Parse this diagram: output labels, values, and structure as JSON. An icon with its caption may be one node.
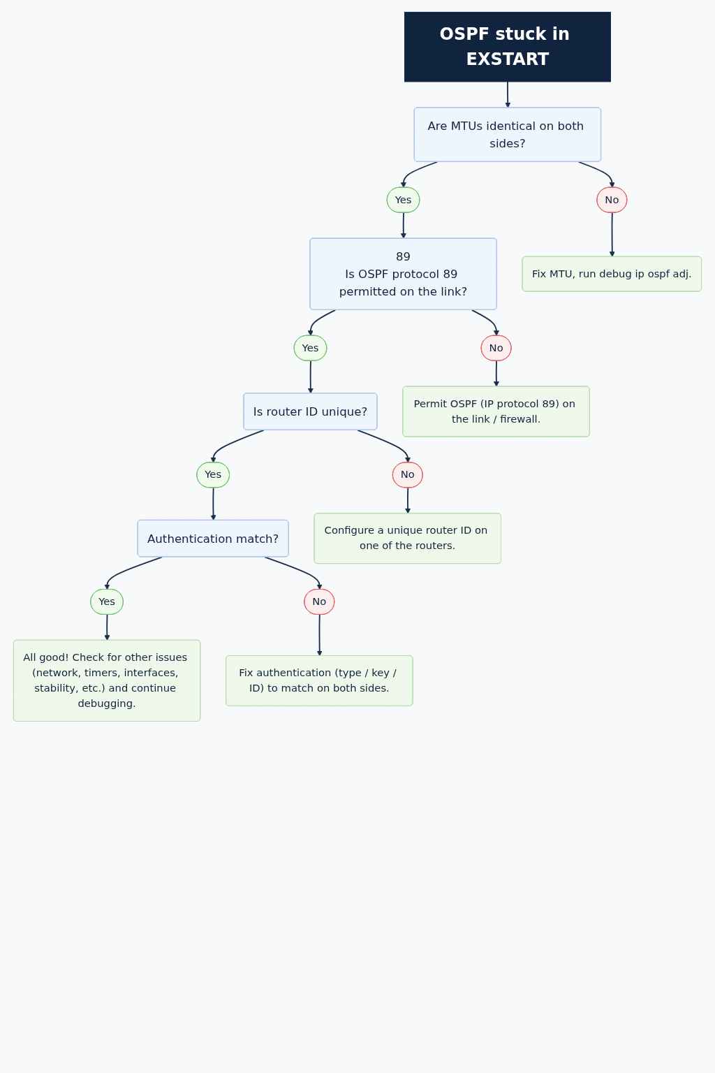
{
  "diagram": {
    "nodes": [
      {
        "text": [
          "OSPF stuck in EXSTART"
        ]
      },
      {
        "text": [
          "Are MTUs identical on both sides?"
        ]
      },
      {
        "text": [
          "Yes"
        ]
      },
      {
        "text": [
          "No"
        ]
      },
      {
        "text": [
          "89",
          "Is OSPF protocol 89 permitted on the link?"
        ]
      },
      {
        "text": [
          "Fix MTU, run debug ip ospf adj."
        ]
      },
      {
        "text": [
          "Yes"
        ]
      },
      {
        "text": [
          "No"
        ]
      },
      {
        "text": [
          "Is router ID unique?"
        ]
      },
      {
        "text": [
          "Permit OSPF (IP protocol 89) on the link / firewall."
        ]
      },
      {
        "text": [
          "Yes"
        ]
      },
      {
        "text": [
          "No"
        ]
      },
      {
        "text": [
          "Authentication match?"
        ]
      },
      {
        "text": [
          "Configure a unique router ID on one of the routers."
        ]
      },
      {
        "text": [
          "Yes"
        ]
      },
      {
        "text": [
          "No"
        ]
      },
      {
        "text": [
          "All good! Check for other issues (network, timers, interfaces, stability, etc.) and continue debugging."
        ]
      },
      {
        "text": [
          "Fix authentication (type / key / ID) to match on both sides."
        ]
      }
    ],
    "edges": [
      {
        "from": 0,
        "to": 1,
        "arrow": "to"
      },
      {
        "from": 1,
        "to": 2,
        "arrow": "to"
      },
      {
        "from": 1,
        "to": 3,
        "arrow": "to"
      },
      {
        "from": 2,
        "to": 4,
        "arrow": "to"
      },
      {
        "from": 3,
        "to": 5,
        "arrow": "to"
      },
      {
        "from": 4,
        "to": 6,
        "arrow": "to"
      },
      {
        "from": 4,
        "to": 7,
        "arrow": "to"
      },
      {
        "from": 6,
        "to": 8,
        "arrow": "to"
      },
      {
        "from": 7,
        "to": 9,
        "arrow": "to"
      },
      {
        "from": 8,
        "to": 10,
        "arrow": "to"
      },
      {
        "from": 8,
        "to": 11,
        "arrow": "to"
      },
      {
        "from": 10,
        "to": 12,
        "arrow": "to"
      },
      {
        "from": 11,
        "to": 13,
        "arrow": "to"
      },
      {
        "from": 12,
        "to": 14,
        "arrow": "to"
      },
      {
        "from": 12,
        "to": 15,
        "arrow": "to"
      },
      {
        "from": 14,
        "to": 16,
        "arrow": "to"
      },
      {
        "from": 15,
        "to": 17,
        "arrow": "to"
      }
    ]
  }
}
